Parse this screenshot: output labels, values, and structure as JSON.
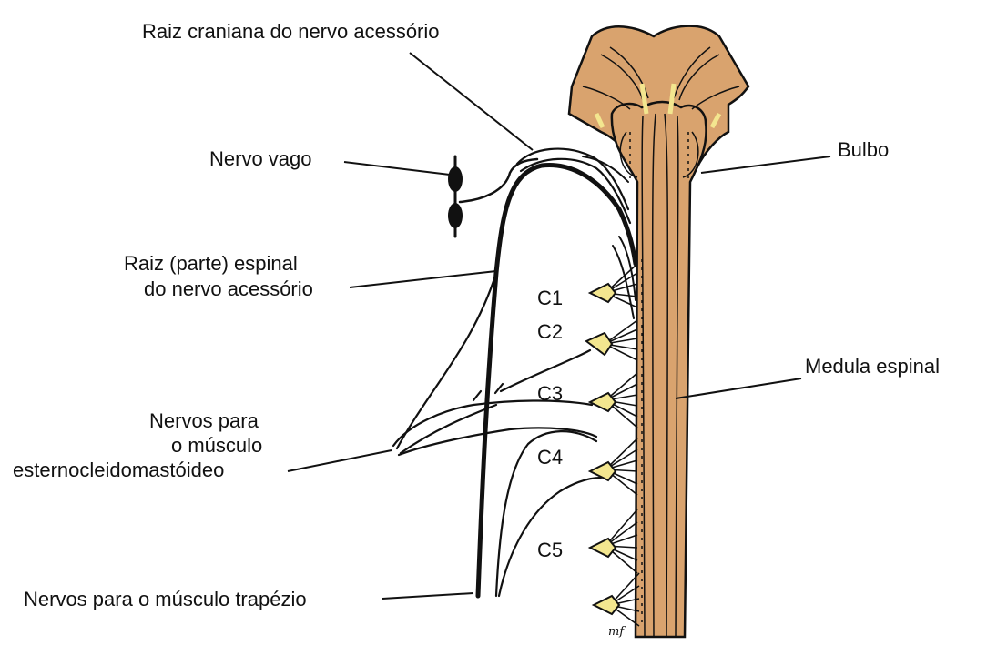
{
  "labels": {
    "cranial_root": "Raiz craniana do nervo acessório",
    "vagus": "Nervo vago",
    "medulla": "Bulbo",
    "spinal_root_line1": "Raiz (parte) espinal",
    "spinal_root_line2": "do nervo acessório",
    "spinal_cord": "Medula espinal",
    "scm_line1": "Nervos para",
    "scm_line2": "o músculo",
    "scm_line3": "esternocleidomastóideo",
    "trapezius": "Nervos para o músculo trapézio",
    "c1": "C1",
    "c2": "C2",
    "c3": "C3",
    "c4": "C4",
    "c5": "C5",
    "signature": "mf"
  },
  "colors": {
    "tissue": "#d9a36e",
    "ganglion": "#f3e68f",
    "ink": "#111111",
    "background": "#ffffff"
  }
}
